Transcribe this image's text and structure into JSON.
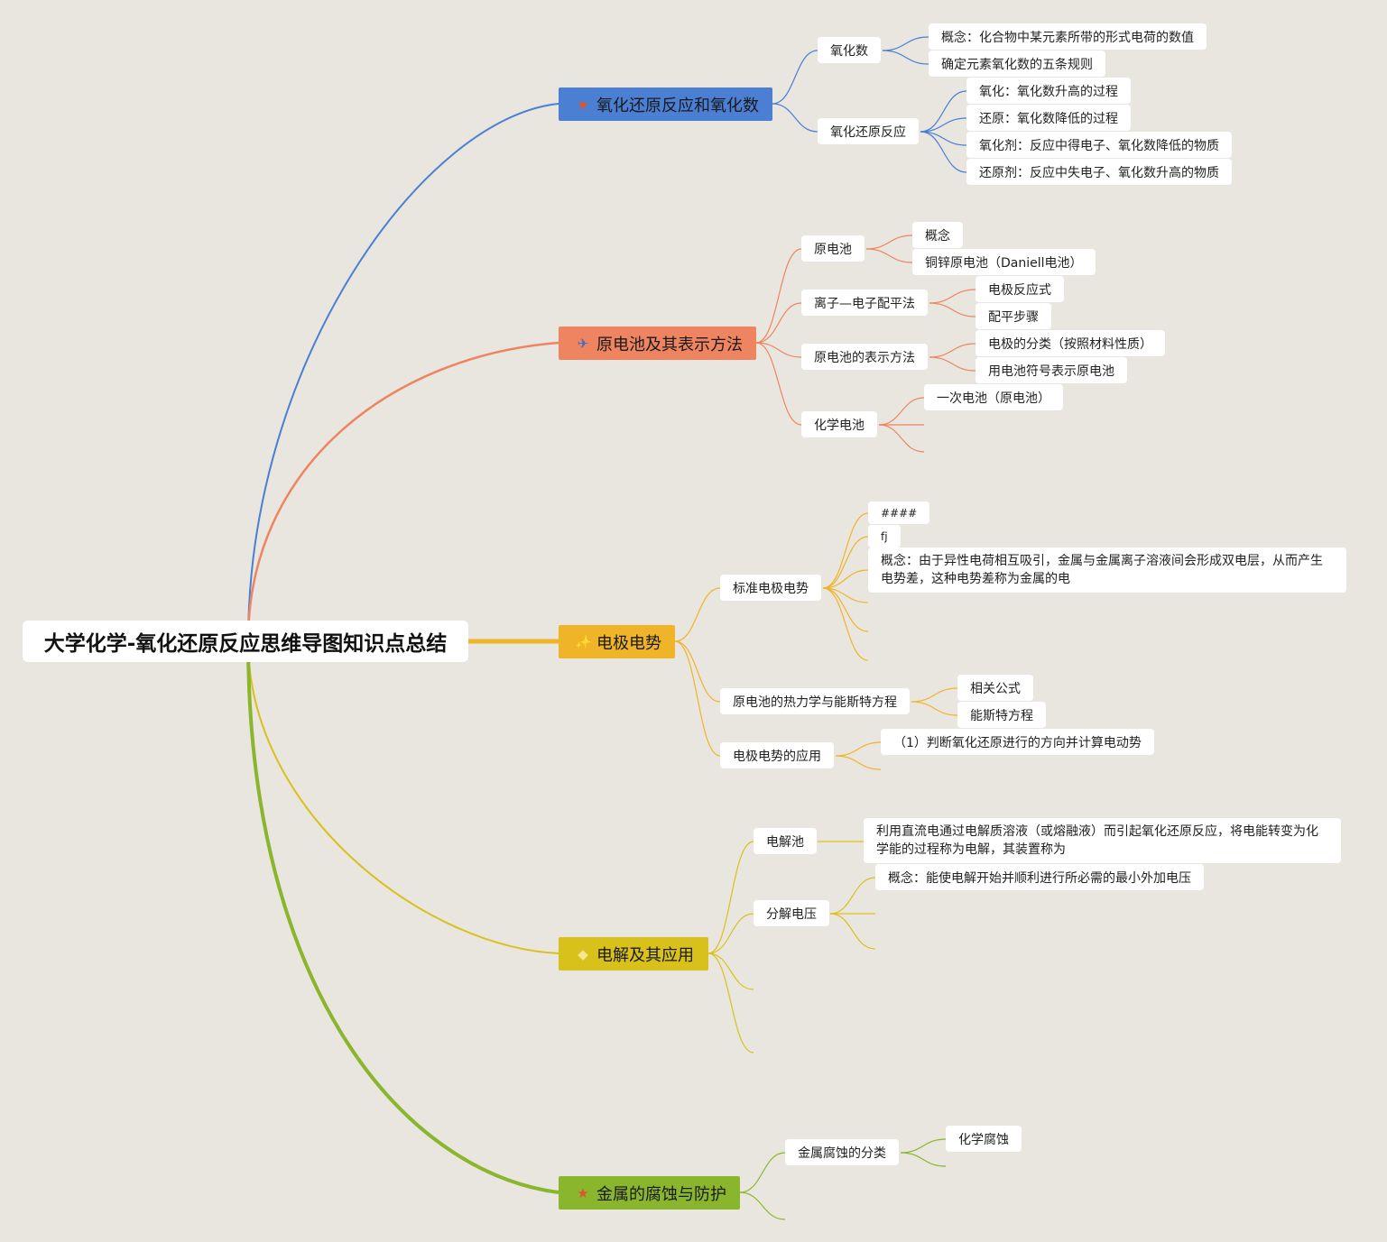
{
  "root": {
    "title": "大学化学-氧化还原反应思维导图知识点总结"
  },
  "branches": [
    {
      "label": "氧化还原反应和氧化数",
      "icon": "star-icon",
      "glyph": "★",
      "iconColor": "#e0552b",
      "color": "#4a7fd4",
      "subs": [
        {
          "label": "氧化数",
          "leaves": [
            "概念：化合物中某元素所带的形式电荷的数值",
            "确定元素氧化数的五条规则"
          ]
        },
        {
          "label": "氧化还原反应",
          "leaves": [
            "氧化：氧化数升高的过程",
            "还原：氧化数降低的过程",
            "氧化剂：反应中得电子、氧化数降低的物质",
            "还原剂：反应中失电子、氧化数升高的物质"
          ]
        }
      ]
    },
    {
      "label": "原电池及其表示方法",
      "icon": "paper-plane-icon",
      "glyph": "✈",
      "iconColor": "#3a6fc4",
      "color": "#ef8460",
      "subs": [
        {
          "label": "原电池",
          "leaves": [
            "概念",
            "铜锌原电池（Daniell电池）"
          ]
        },
        {
          "label": "离子—电子配平法",
          "leaves": [
            "电极反应式",
            "配平步骤"
          ]
        },
        {
          "label": "原电池的表示方法",
          "leaves": [
            "电极的分类（按照材料性质）",
            "用电池符号表示原电池"
          ]
        },
        {
          "label": "化学电池",
          "leaves": [
            "一次电池（原电池）"
          ]
        }
      ]
    },
    {
      "label": "电极电势",
      "icon": "sparkle-icon",
      "glyph": "✨",
      "iconColor": "#d62f2f",
      "color": "#f0b429",
      "subs": [
        {
          "label": "标准电极电势",
          "leaves": [
            "####",
            "fj",
            "概念：由于异性电荷相互吸引，金属与金属离子溶液间会形成双电层，从而产生电势差，这种电势差称为金属的电"
          ]
        },
        {
          "label": "原电池的热力学与能斯特方程",
          "leaves": [
            "相关公式",
            "能斯特方程"
          ]
        },
        {
          "label": "电极电势的应用",
          "leaves": [
            "（1）判断氧化还原进行的方向并计算电动势"
          ]
        }
      ]
    },
    {
      "label": "电解及其应用",
      "icon": "diamond-icon",
      "glyph": "◆",
      "iconColor": "#f5e690",
      "color": "#d9c11c",
      "subs": [
        {
          "label": "电解池",
          "leaves": [
            "利用直流电通过电解质溶液（或熔融液）而引起氧化还原反应，将电能转变为化学能的过程称为电解，其装置称为"
          ]
        },
        {
          "label": "分解电压",
          "leaves": [
            "概念：能使电解开始并顺利进行所必需的最小外加电压"
          ]
        }
      ]
    },
    {
      "label": "金属的腐蚀与防护",
      "icon": "star-icon",
      "glyph": "★",
      "iconColor": "#e0552b",
      "color": "#8ab62e",
      "subs": [
        {
          "label": "金属腐蚀的分类",
          "leaves": [
            "化学腐蚀"
          ]
        }
      ]
    }
  ]
}
